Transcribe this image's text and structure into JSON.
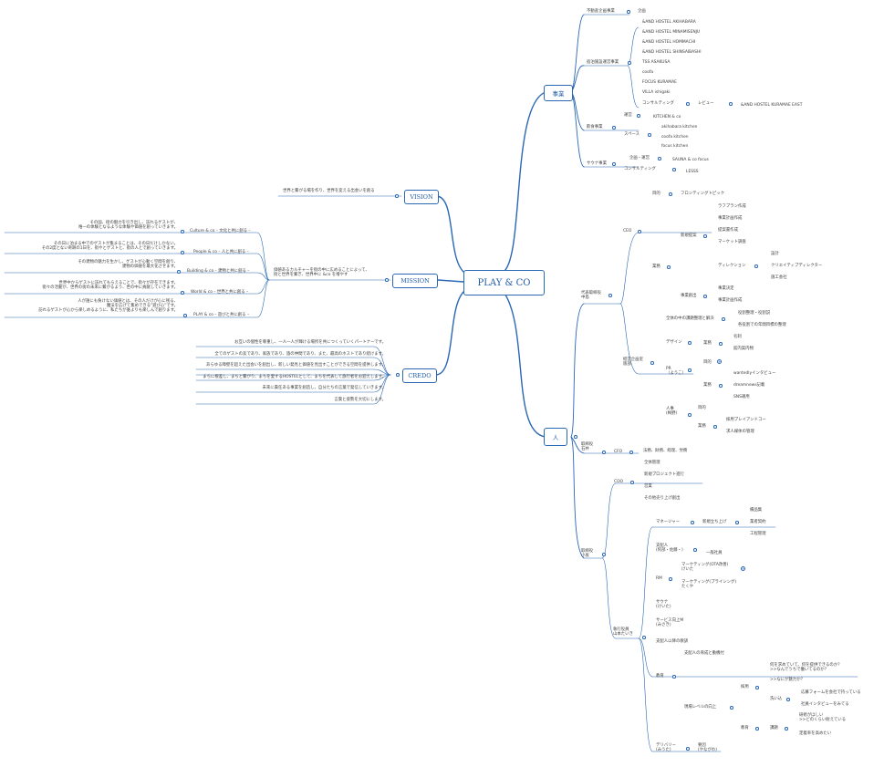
{
  "root": "PLAY & CO",
  "l1": {
    "jigyo": "事業",
    "hito": "人",
    "vision": "VISION",
    "mission": "MISSION",
    "credo": "CREDO"
  },
  "jigyo": {
    "fudosan": "不動産企画事業",
    "kikaku": "企画",
    "shukuhaku": "宿泊施設運営事業",
    "hotels": [
      "&AND HOSTEL AKIHABARA",
      "&AND HOSTEL MINAMISENJU",
      "&AND HOSTEL HOMMACHI",
      "&AND HOSTEL SHINSAIBASHI",
      "TSS ASAKUSA",
      "coofa",
      "FOCUS KURAMAE",
      "VILLA ishigaki",
      "コンサルティング"
    ],
    "review": "レビュー",
    "kuramae_east": "&AND HOSTEL KURAMAE EAST",
    "inshoku": "飲食事業",
    "unei": "運営",
    "kitchen": "KITCHEN & co",
    "space": "スペース",
    "spaces": [
      "akihabara kitchen",
      "coofa kitchen",
      "focus kitchen"
    ],
    "sauna": "サウナ事業",
    "kikaku_unei": "企画・運営",
    "sauna_co": "SAUNA & co focus",
    "consulting": "コンサルティング",
    "less": "LESSS"
  },
  "vision": {
    "text": "世界と繋がる場を作り、世界を変える出会いを創る"
  },
  "mission": {
    "intro": "価値あるカルチャーを街の中に広めることによって、\n街と世界を繋ぎ、世界中に &co を増やす",
    "items": [
      {
        "desc": "その国、街の魅力を引き出し、訪れるゲストが、\n唯一の体験となるような体験や価値を創っていきます。",
        "label": "Culture & co – 文化と共に創る –"
      },
      {
        "desc": "その日に泊まる中でのゲストが集まることは、その日だけしかない。\nその2度とない奇跡の1日を、街やとゲストと、街の人とで創っていきます。",
        "label": "People & co – 人と共に創る –"
      },
      {
        "desc": "その建物の魅力を生かし、ゲストが心動く空間を創り、\n建物の価値を最大化させます。",
        "label": "Building & co – 建物と共に創る –"
      },
      {
        "desc": "世界中からゲストに訪れてもらえることで、街々が存在できます。\n街々の活動が、世界の街の未来に繋がるよう、世の中に貢献していきます。",
        "label": "World & co – 世界と共に創る –"
      },
      {
        "desc": "人が誰にも負けない価値とは、その人だけが心に残る、\n魔法を広げて集めできる\"遊び心\"です。\n訪れるゲストが心から楽しめるように、私たちが誰よりも楽しんで創ります。",
        "label": "PLAY & co – 遊びと共に創る –"
      }
    ]
  },
  "credo": {
    "items": [
      "お互いの個性を尊重し、一人一人が輝ける場所を共につくっていくパートナーです。",
      "全てのゲストの友であり、家族であり、旅の仲間であり、また、最高のホストであり続けます。",
      "あらゆる障壁を超えた出会いを創出し、新しい発見と価値を見出すことができる空間を提供します。",
      "まちに根差し、まちと繋がり、まちを愛するHOSTELとして、まちを代表して旅行者をお迎えします。",
      "未来に責任ある事業を創造し、自分たちの言葉で発信していきます。",
      "言葉と姿勢を大切にします。"
    ]
  },
  "hito": {
    "daihyo": "代表取締役\n中島",
    "ceo": "CEO",
    "mokuteki": "目的",
    "frontier": "フロンティングトピック",
    "gyomu": "業務",
    "shinki": "新規提案",
    "ceo_tasks": [
      "ラフプラン作成",
      "事業計画作成",
      "提案書作成",
      "マーケット調査"
    ],
    "direction": "ディレクション",
    "design_tasks": [
      "設計",
      "クリエイティブディレクター",
      "施工会社"
    ],
    "jigyo_sosei": "事業創出",
    "sosei_tasks": [
      "事業決定",
      "事業計画作成"
    ],
    "keiei": "経営企画室\n阪部",
    "zentai": "全体の中の課題整理と解決",
    "zentai_tasks": [
      "役割整理・役割説",
      "各役割での年間目標の整理"
    ],
    "design": "デザイン",
    "design_gyomu": "業務",
    "design_items": [
      "名刺",
      "館内案内物"
    ],
    "pr": "PR\n（ようこ）",
    "pr_mokuteki": "目的",
    "pr_gyomu": "業務",
    "pr_items": [
      "wantedlyインタビュー",
      "dreamnews記載",
      "SNS運用"
    ],
    "jinji": "人事\n(梅野)",
    "jinji_mokuteki": "目的",
    "jinji_gyomu": "業務",
    "jinji_items": [
      "採用プレイアンドコー",
      "求人媒体の管理"
    ],
    "torishimari_ishii": "取締役\n石井",
    "cfo": "CFO",
    "cfo_text": "法務、財務、経理、労務",
    "torishimari_kosaka": "取締役\n小坂",
    "coo": "COO",
    "coo_items": [
      "全体管理",
      "新規プロジェクト進行",
      "営業",
      "その他売り上げ創出"
    ],
    "manager": "マネージャー",
    "shinki_tachiage": "新規立ち上げ",
    "tachiage_items": [
      "備品集",
      "業者契約",
      "工程管理"
    ],
    "shihainin": "支配人\n(阿部・佐藤・)",
    "ippan": "一般社員",
    "rm": "RM",
    "marketing1": "マーケティング(OTA改善)\nけいた",
    "marketing2": "マーケティング(プライシング)\nたくや",
    "sauna": "サウナ\n(けいた)",
    "service": "サービス向上M\n(みさき)",
    "shikko": "執行役員\n山本たいき",
    "shihainin_shigoto": "支配人以降の教訓",
    "kyoiku1": "支配人の育成と動機付",
    "kyoiku": "教育",
    "ikusei_q": [
      "何を求めていて、何を提供できるのか？\n>>なんでうちで働いてるのか？",
      ">>なにが魅力か？"
    ],
    "saiyo": "採用",
    "kairetsu": "洗い込",
    "kairetsu_items": [
      "応募フォームを会社で持っている",
      "社員インタビューをみてる"
    ],
    "genba": "現場レベルの向上",
    "kyoiku2": "教育",
    "kadai": "課題",
    "kadai_items": [
      "研修がほしい\n>>どのくらい耐えている",
      "定着率を高めたい"
    ],
    "delivery": "デリバリー\n(みうた)",
    "kangae": "要因\n(やながわ)"
  }
}
